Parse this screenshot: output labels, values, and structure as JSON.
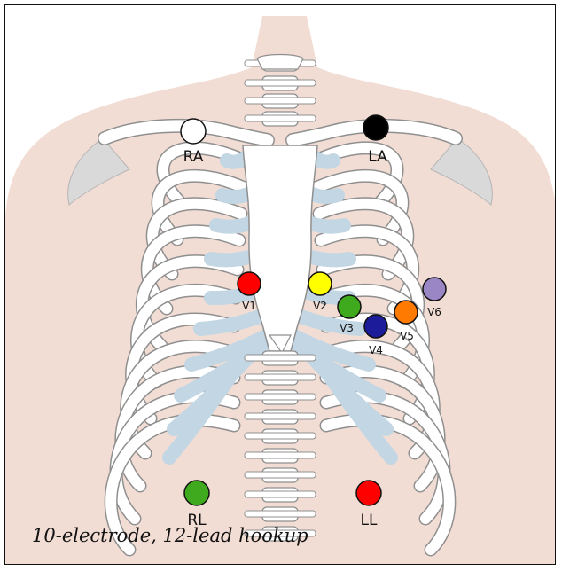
{
  "caption": "10-electrode, 12-lead hookup",
  "electrodes": [
    {
      "id": "RA",
      "label": "RA",
      "color": "#ffffff"
    },
    {
      "id": "LA",
      "label": "LA",
      "color": "#000000"
    },
    {
      "id": "V1",
      "label": "V1",
      "color": "#ff0000"
    },
    {
      "id": "V2",
      "label": "V2",
      "color": "#ffff00"
    },
    {
      "id": "V3",
      "label": "V3",
      "color": "#3faa1e"
    },
    {
      "id": "V4",
      "label": "V4",
      "color": "#1c1c9a"
    },
    {
      "id": "V5",
      "label": "V5",
      "color": "#ff7a00"
    },
    {
      "id": "V6",
      "label": "V6",
      "color": "#9a86c4"
    },
    {
      "id": "RL",
      "label": "RL",
      "color": "#3faa1e"
    },
    {
      "id": "LL",
      "label": "LL",
      "color": "#ff0000"
    }
  ],
  "colors": {
    "skin": "#f2ddd4",
    "bone": "#ffffff",
    "bone_outline": "#8f8f8f",
    "cartilage": "#c3d6e4",
    "shoulder_blade": "#d9d9d9"
  }
}
